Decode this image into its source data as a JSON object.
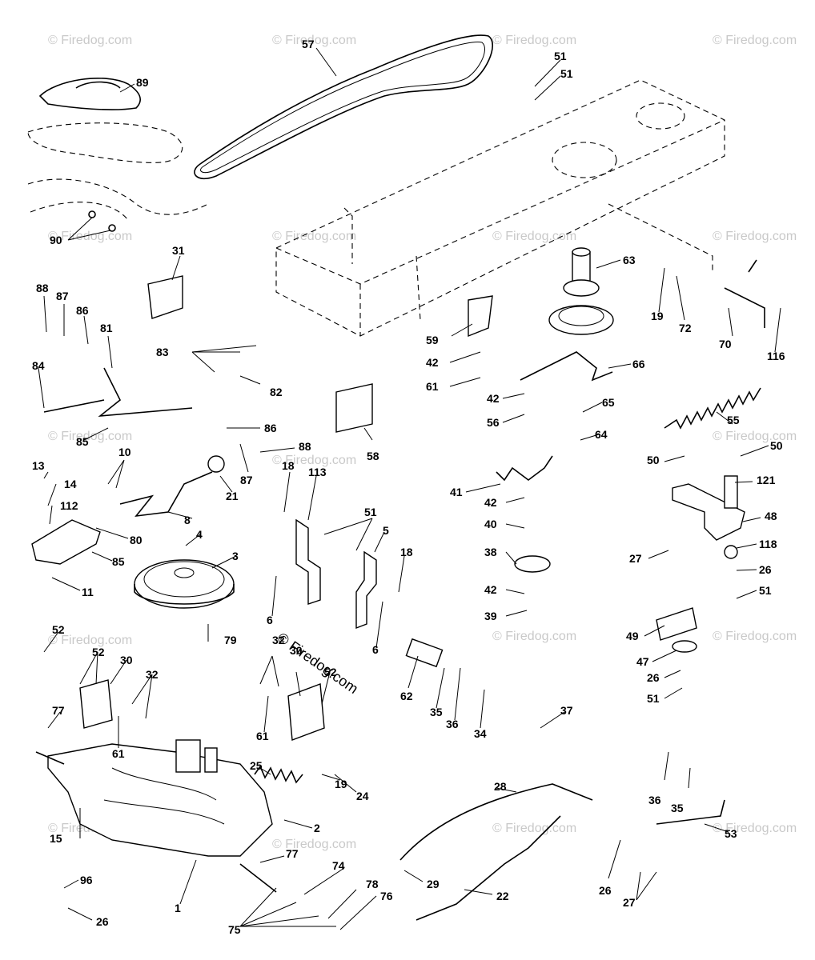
{
  "watermark": {
    "text": "© Firedog.com",
    "center_text": "© Firedog.com"
  },
  "labels": [
    "57",
    "89",
    "51",
    "51",
    "90",
    "31",
    "63",
    "19",
    "72",
    "70",
    "116",
    "88",
    "87",
    "86",
    "81",
    "83",
    "82",
    "84",
    "85",
    "86",
    "88",
    "87",
    "59",
    "42",
    "61",
    "42",
    "56",
    "66",
    "65",
    "64",
    "55",
    "58",
    "13",
    "14",
    "112",
    "80",
    "85",
    "11",
    "10",
    "8",
    "21",
    "4",
    "3",
    "18",
    "113",
    "51",
    "5",
    "18",
    "6",
    "6",
    "41",
    "42",
    "40",
    "38",
    "42",
    "39",
    "50",
    "50",
    "121",
    "48",
    "27",
    "118",
    "26",
    "51",
    "49",
    "47",
    "26",
    "51",
    "52",
    "52",
    "30",
    "32",
    "61",
    "77",
    "79",
    "32",
    "30",
    "61",
    "52",
    "62",
    "35",
    "36",
    "34",
    "37",
    "25",
    "19",
    "24",
    "2",
    "28",
    "36",
    "35",
    "53",
    "15",
    "1",
    "77",
    "74",
    "29",
    "22",
    "26",
    "27",
    "96",
    "26",
    "75",
    "78",
    "76"
  ]
}
